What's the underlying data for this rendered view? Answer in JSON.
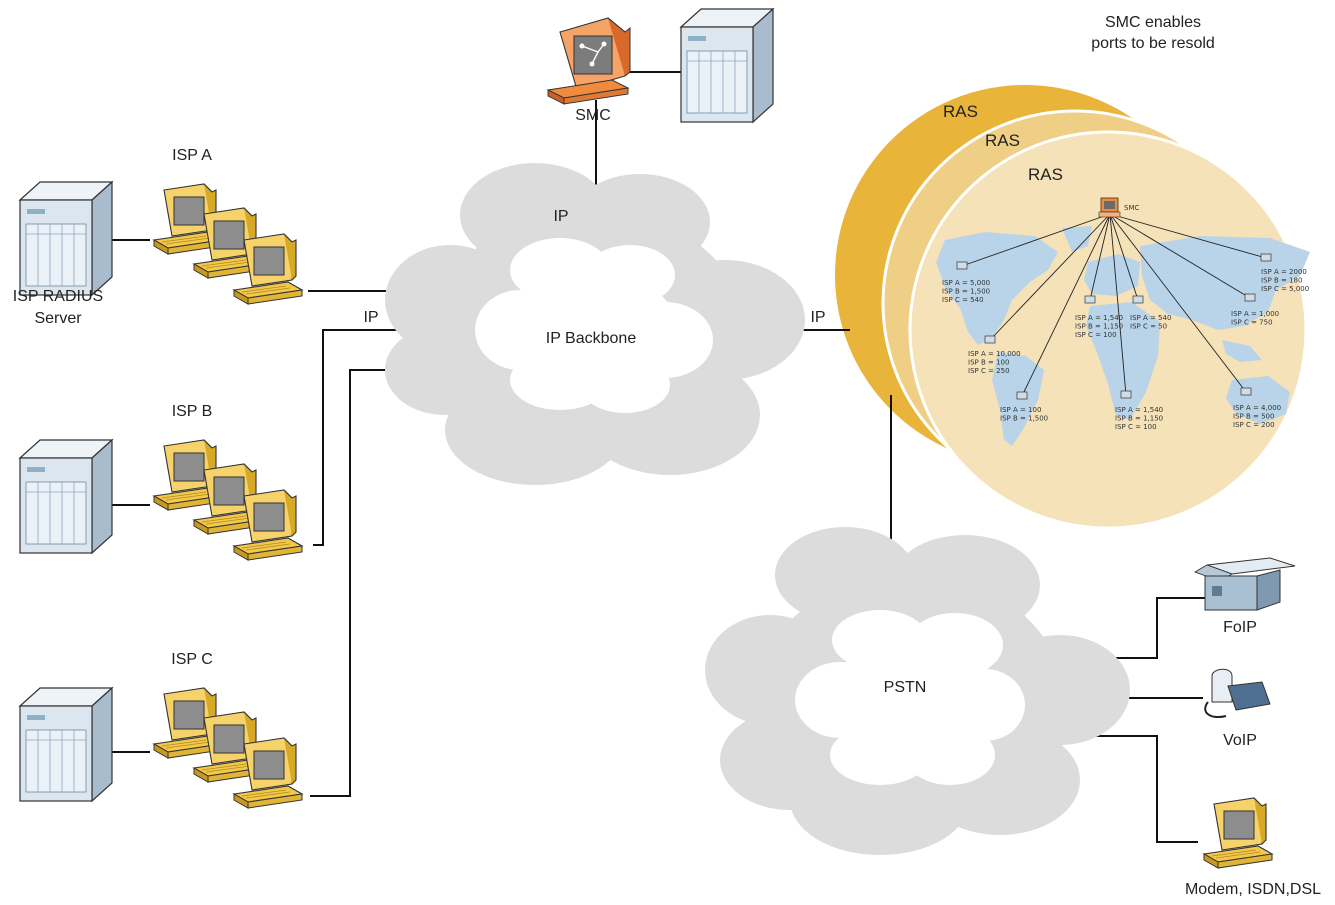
{
  "labels": {
    "smc": "SMC",
    "smc_note_line1": "SMC enables",
    "smc_note_line2": "ports to be resold",
    "isp_a": "ISP A",
    "isp_b": "ISP B",
    "isp_c": "ISP C",
    "radius_line1": "ISP RADIUS",
    "radius_line2": "Server",
    "ip_top": "IP",
    "ip_left": "IP",
    "ip_right": "IP",
    "backbone": "IP Backbone",
    "pstn": "PSTN",
    "foip": "FoIP",
    "voip": "VoIP",
    "modem": "Modem, ISDN,DSL",
    "ras_1": "RAS",
    "ras_2": "RAS",
    "ras_3": "RAS",
    "map_smc": "SMC"
  },
  "map_sites": [
    {
      "id": "na-north",
      "lines": [
        "ISP A = 5,000",
        "ISP B = 1,500",
        "ISP C = 540"
      ]
    },
    {
      "id": "na-south",
      "lines": [
        "ISP A = 10,000",
        "ISP B = 100",
        "ISP C = 250"
      ]
    },
    {
      "id": "south-america",
      "lines": [
        "ISP A = 100",
        "ISP B = 1,500"
      ]
    },
    {
      "id": "europe",
      "lines": [
        "ISP A = 1,540",
        "ISP B = 1,150",
        "ISP C = 100"
      ]
    },
    {
      "id": "middle-east",
      "lines": [
        "ISP A = 540",
        "ISP C = 50"
      ]
    },
    {
      "id": "africa",
      "lines": [
        "ISP A = 1,540",
        "ISP B = 1,150",
        "ISP C = 100"
      ]
    },
    {
      "id": "russia",
      "lines": [
        "ISP A = 2000",
        "ISP B = 180",
        "ISP C = 5,000"
      ]
    },
    {
      "id": "asia",
      "lines": [
        "ISP A = 1,000",
        "ISP C = 750"
      ]
    },
    {
      "id": "australia",
      "lines": [
        "ISP A = 4,000",
        "ISP B = 500",
        "ISP C = 200"
      ]
    }
  ],
  "colors": {
    "ras_back": "#e8b43a",
    "ras_mid": "#efcf86",
    "ras_front": "#f5e2b8",
    "map_land": "#b9d4e8",
    "workstation": "#f2c84b",
    "smc_monitor": "#f08a3c",
    "cloud_outer": "#dcdcdc",
    "cloud_inner": "#ffffff",
    "server": "#d8e4ee"
  }
}
